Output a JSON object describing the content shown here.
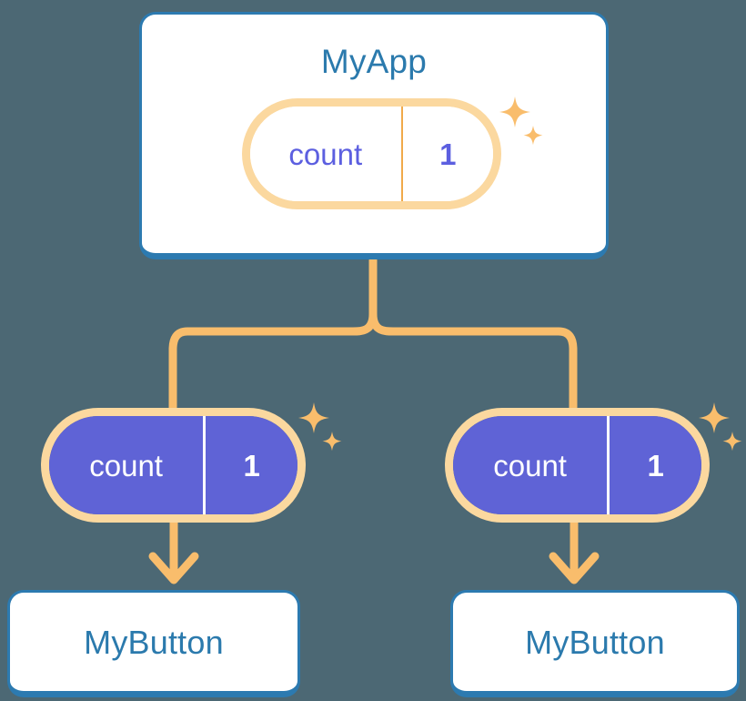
{
  "theme": {
    "background": "#4c6874",
    "card_border": "#2c7ab0",
    "card_background": "#ffffff",
    "title_text": "#2b7aad",
    "pill_ring_outer": "#fbd89f",
    "pill_ring_inner": "#f8bd6a",
    "pill_solid_fill": "#5f63d6",
    "pill_light_text": "#5c5fe0",
    "pill_solid_text": "#ffffff",
    "connector": "#f9bd6c",
    "sparkle": "#f9bd6c"
  },
  "diagram": {
    "type": "component-state-tree",
    "root": {
      "name": "card-myapp",
      "title": "MyApp",
      "state": {
        "key": "count",
        "value": "1",
        "style": "light"
      },
      "sparkle": "sparkle-icon"
    },
    "branches": [
      {
        "name": "branch-left",
        "state": {
          "key": "count",
          "value": "1",
          "style": "solid"
        },
        "sparkle": "sparkle-icon",
        "arrow": "arrow-down-icon",
        "child": {
          "name": "card-mybutton-left",
          "title": "MyButton"
        }
      },
      {
        "name": "branch-right",
        "state": {
          "key": "count",
          "value": "1",
          "style": "solid"
        },
        "sparkle": "sparkle-icon",
        "arrow": "arrow-down-icon",
        "child": {
          "name": "card-mybutton-right",
          "title": "MyButton"
        }
      }
    ]
  }
}
